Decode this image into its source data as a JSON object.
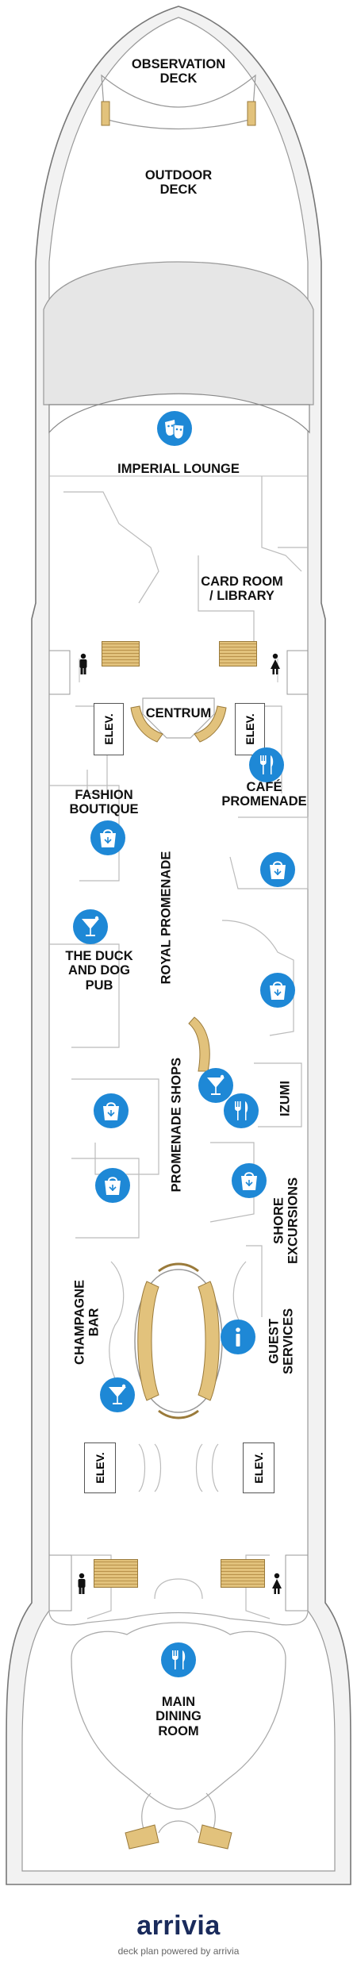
{
  "labels": {
    "observation_deck": "OBSERVATION\nDECK",
    "outdoor_deck": "OUTDOOR\nDECK",
    "imperial_lounge": "IMPERIAL LOUNGE",
    "card_room": "CARD ROOM\n/ LIBRARY",
    "centrum": "CENTRUM",
    "elev": "ELEV.",
    "fashion_boutique": "FASHION\nBOUTIQUE",
    "cafe_promenade": "CAFÉ\nPROMENADE",
    "royal_promenade": "ROYAL PROMENADE",
    "duck_and_dog": "THE DUCK\nAND DOG\nPUB",
    "promenade_shops": "PROMENADE SHOPS",
    "izumi": "IZUMI",
    "shore_excursions": "SHORE\nEXCURSIONS",
    "champagne_bar": "CHAMPAGNE\nBAR",
    "guest_services": "GUEST\nSERVICES",
    "main_dining_room": "MAIN\nDINING\nROOM"
  },
  "icons": {
    "theater": "theater-masks-icon",
    "dining": "fork-knife-icon",
    "shopping": "shopping-bag-icon",
    "bar": "cocktail-glass-icon",
    "info": "information-icon",
    "restroom_men": "male-restroom-icon",
    "restroom_women": "female-restroom-icon"
  },
  "colors": {
    "icon_blue": "#1e88d6",
    "stairs_gold": "#e2c27c",
    "hull_gray": "#e8e8e8",
    "brand_navy": "#1a2b5c"
  },
  "footer": {
    "logo": "arrivia",
    "tagline": "deck plan powered by arrivia"
  }
}
